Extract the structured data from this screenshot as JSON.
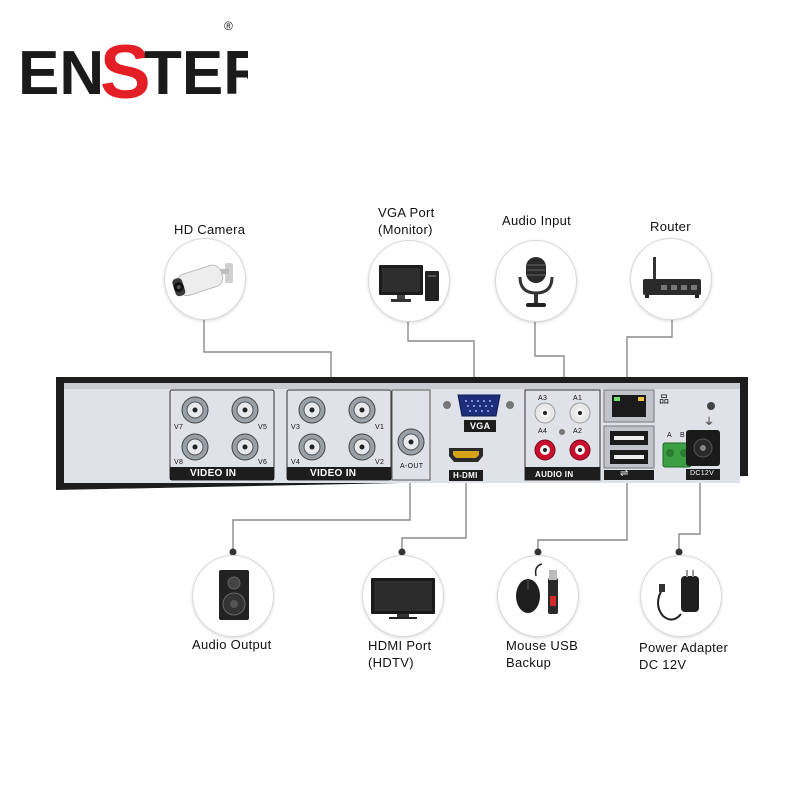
{
  "brand": {
    "name_part1": "EN",
    "name_part2": "S",
    "name_part3": "TER",
    "registered_mark": "®",
    "accent_color": "#e31e24",
    "text_color": "#1a1a1a"
  },
  "panel": {
    "video_in_label": "VIDEO IN",
    "bnc_labels_left": [
      "V7",
      "V5",
      "V8",
      "V6"
    ],
    "bnc_labels_right": [
      "V3",
      "V1",
      "V4",
      "V2"
    ],
    "aout_label": "A-OUT",
    "vga_label": "VGA",
    "hdmi_label": "H-DMI",
    "audio_in_label": "AUDIO IN",
    "audio_jack_labels": [
      "A3",
      "A1",
      "A4",
      "A2"
    ],
    "terminal_labels": [
      "A",
      "B"
    ],
    "dc_label": "DC12V",
    "usb_symbol": "⇌",
    "network_symbol": "品",
    "ground_symbol": "⏚"
  },
  "callouts": {
    "hd_camera": {
      "label": "HD Camera",
      "icon": "bullet-camera-icon"
    },
    "vga_port": {
      "label_line1": "VGA Port",
      "label_line2": "(Monitor)",
      "icon": "computer-monitor-icon"
    },
    "audio_input": {
      "label": "Audio Input",
      "icon": "microphone-icon"
    },
    "router": {
      "label": "Router",
      "icon": "router-icon"
    },
    "audio_output": {
      "label": "Audio Output",
      "icon": "speaker-icon"
    },
    "hdmi_port": {
      "label_line1": "HDMI Port",
      "label_line2": "(HDTV)",
      "icon": "tv-icon"
    },
    "mouse_usb": {
      "label_line1": "Mouse USB",
      "label_line2": "Backup",
      "icon": "mouse-usb-icon"
    },
    "power_adapter": {
      "label_line1": "Power Adapter",
      "label_line2": "DC 12V",
      "icon": "power-adapter-icon"
    }
  },
  "colors": {
    "connector_line": "#8a8a8a",
    "panel_face": "#dfe2e8",
    "chassis": "#1d1d1d",
    "red_jack": "#c8102e"
  }
}
